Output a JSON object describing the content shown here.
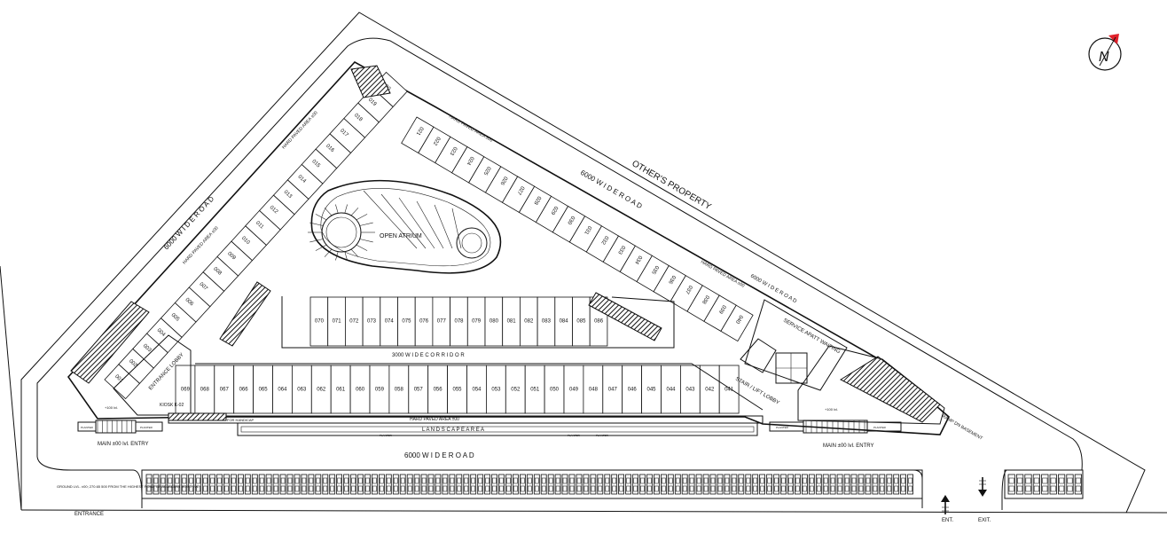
{
  "labels": {
    "others_property": "OTHER'S PROPERTY",
    "road_top_left": "6000 W I D E   R O A D",
    "road_top_right": "6000   W I D E   R O A D",
    "road_right_small": "6000   W I D E   R O A D",
    "road_bottom": "6000   W I D E   R O A D",
    "open_atrium": "OPEN ATRIUM",
    "corridor": "3000 W I D E  C O R R I D O R",
    "landscape": "L A N D S C A P E   A R E A",
    "hard_paved_bottom": "HARD PAVED AREA ±00",
    "hard_paved_left_1": "HARD PAVED AREA ±00",
    "hard_paved_left_2": "HARD PAVED AREA ±00",
    "hard_paved_top": "HARD PAVED AREA ±00",
    "hard_paved_right": "HARD PAVED AREA ±00",
    "entrance_lobby": "ENTRANCE LOBBY",
    "service_waiting": "SERVICE APATT WAITING",
    "stair_lift": "STAIR / LIFT LOBBY",
    "main_entry_left": "MAIN ±00 lvl. ENTRY",
    "main_entry_right": "MAIN ±00 lvl. ENTRY",
    "ground_note": "GROUND LVL. ±00; 270.65 500 FROM THE HIGHEST POINT OF ADJACENT ROAD LVL.",
    "entrance": "ENTRANCE",
    "ent": "ENT.",
    "exit": "EXIT.",
    "kiosk": "KIOSK K-02",
    "handicap": "FOR HANDICAP",
    "ramp": "RAMP DN BASEMENT",
    "planter": "PLANTER",
    "compass": "N",
    "level_left": "+100 lvl.",
    "level_right": "+100 lvl."
  },
  "shops": {
    "left_arm": [
      "001",
      "002",
      "003",
      "004",
      "005",
      "006",
      "007",
      "008",
      "009",
      "010",
      "011",
      "012",
      "013",
      "014",
      "015",
      "016",
      "017",
      "018",
      "019",
      "020"
    ],
    "right_arm": [
      "021",
      "022",
      "023",
      "024",
      "025",
      "026",
      "027",
      "028",
      "029",
      "030",
      "031",
      "032",
      "033",
      "034",
      "035",
      "036",
      "037",
      "038",
      "039",
      "040"
    ],
    "bottom_row": [
      "069",
      "068",
      "067",
      "066",
      "065",
      "064",
      "063",
      "062",
      "061",
      "060",
      "059",
      "058",
      "057",
      "056",
      "055",
      "054",
      "053",
      "052",
      "051",
      "050",
      "049",
      "048",
      "047",
      "046",
      "045",
      "044",
      "043",
      "042",
      "041"
    ],
    "inner_row": [
      "070",
      "071",
      "072",
      "073",
      "074",
      "075",
      "076",
      "077",
      "078",
      "079",
      "080",
      "081",
      "082",
      "083",
      "084",
      "085",
      "086"
    ]
  },
  "parking": {
    "left_bays": 109,
    "right_bays": 9
  }
}
